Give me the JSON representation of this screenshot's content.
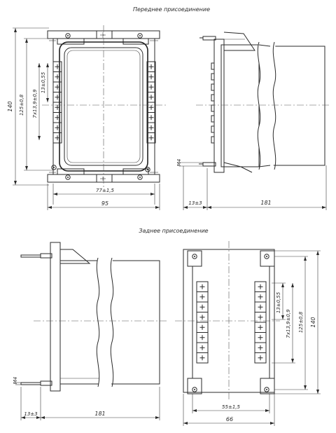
{
  "titles": {
    "front": "Переднее присоединение",
    "rear": "Заднее присоединение"
  },
  "front_view": {
    "dim_height_total": "140",
    "dim_height_holes": "125±0,8",
    "dim_pitch_total": "7х13,9±0,9",
    "dim_pitch_single": "13±0,55",
    "dim_width_holes": "77±1,5",
    "dim_width_total": "95"
  },
  "front_side_view": {
    "dim_thread": "М4",
    "dim_terminal": "13±3",
    "dim_depth": "181"
  },
  "rear_side_view": {
    "dim_thread": "М4",
    "dim_terminal": "13±3",
    "dim_depth": "181"
  },
  "rear_view": {
    "dim_pitch_single": "13±0,55",
    "dim_pitch_total": "7х13,9±0,9",
    "dim_height_holes": "125±0,8",
    "dim_height_total": "140",
    "dim_width_holes": "55±1,5",
    "dim_width_total": "66"
  },
  "colors": {
    "ink": "#2a2a2a",
    "paper": "#ffffff"
  }
}
